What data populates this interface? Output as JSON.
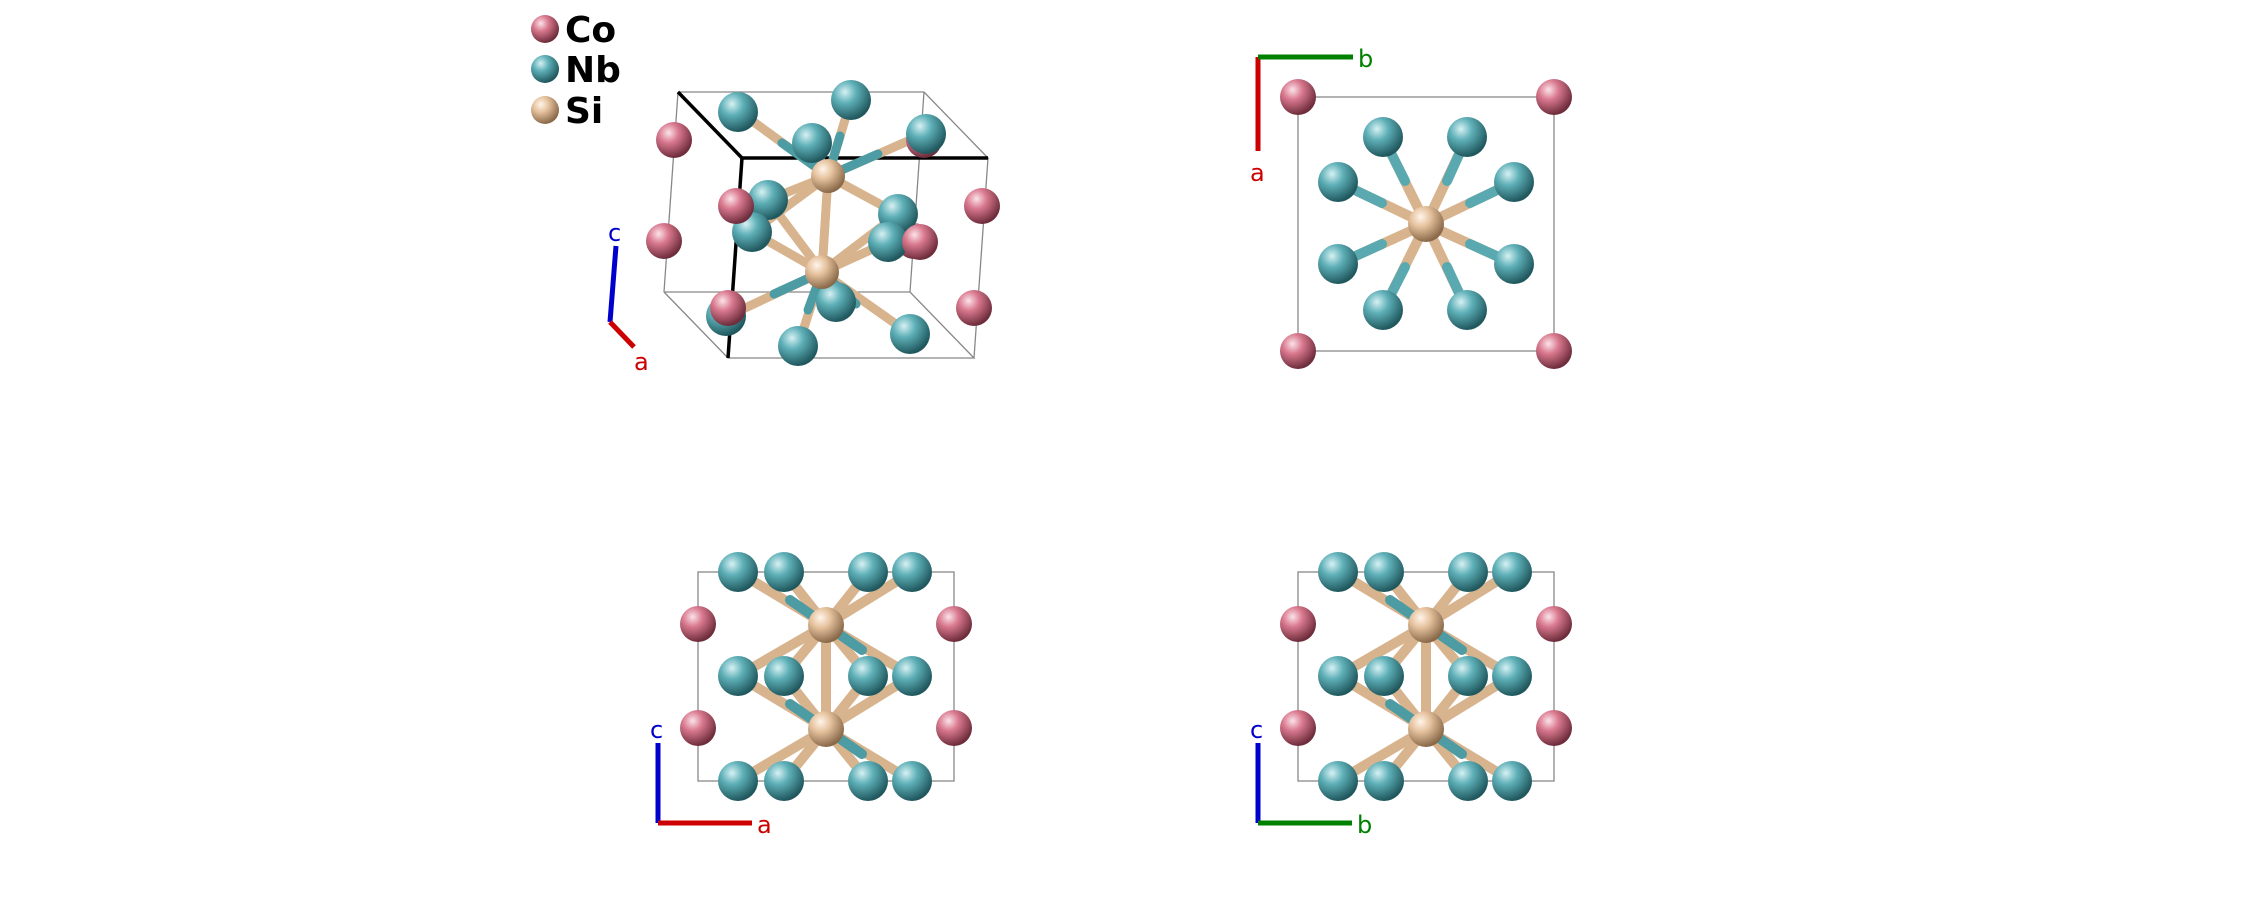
{
  "legend": [
    {
      "symbol": "Co",
      "color": "#d9788e"
    },
    {
      "symbol": "Nb",
      "color": "#5fb0b8"
    },
    {
      "symbol": "Si",
      "color": "#e6c29e"
    }
  ],
  "axes": {
    "a": {
      "label": "a",
      "color": "#cc0000"
    },
    "b": {
      "label": "b",
      "color": "#008000"
    },
    "c": {
      "label": "c",
      "color": "#0000cc"
    }
  },
  "colors": {
    "Co": "#d9788e",
    "Nb": "#5fb0b8",
    "Si": "#e6c29e",
    "cell": "#888888"
  },
  "views": [
    {
      "id": "perspective",
      "axes": [
        "c",
        "a"
      ]
    },
    {
      "id": "along-c",
      "axes": [
        "a",
        "b"
      ]
    },
    {
      "id": "along-b",
      "axes": [
        "c",
        "a"
      ]
    },
    {
      "id": "along-a",
      "axes": [
        "c",
        "b"
      ]
    }
  ]
}
